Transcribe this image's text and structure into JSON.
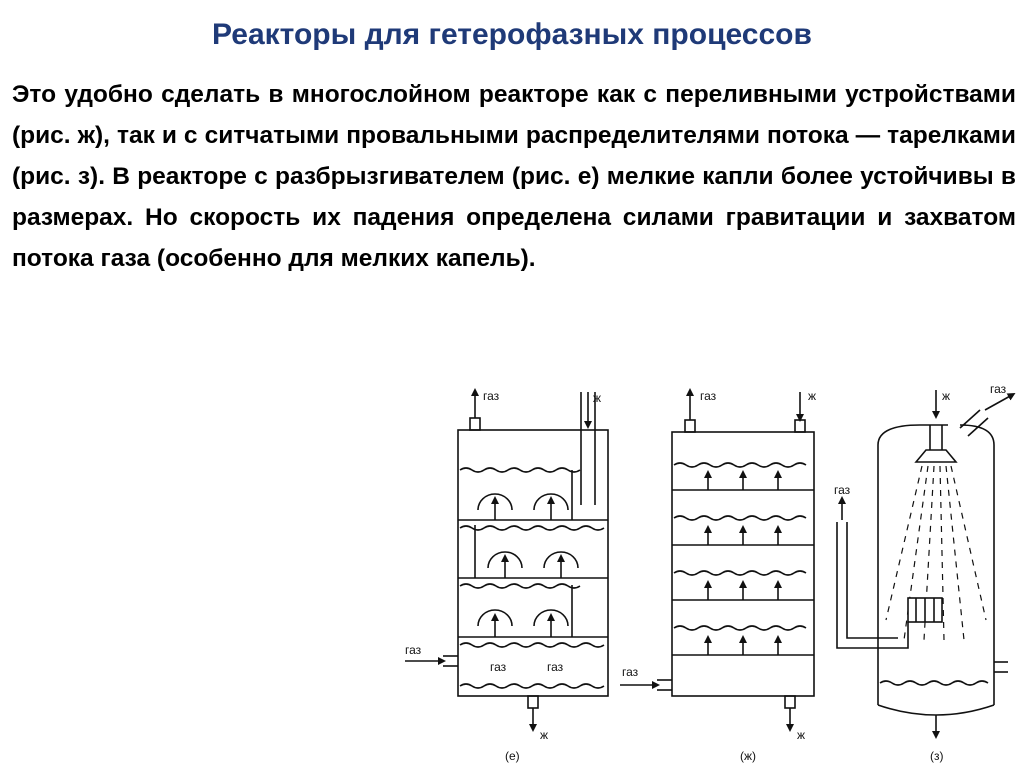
{
  "slide": {
    "title": "Реакторы для гетерофазных процессов",
    "body": "Это удобно сделать в многослойном реакторе как с переливными устройствами (рис. ж), так и с ситчатыми провальными распределителями потока — тарелками (рис. з). В реакторе с разбрызгивателем (рис. е) мелкие капли более устойчивы в размерах. Но скорость их падения определена силами гравитации и захватом потока газа (особенно для мелких капель)."
  },
  "diagram": {
    "labels": {
      "gas": "газ",
      "liquid": "ж"
    },
    "captions": [
      "(е)",
      "(ж)",
      "(з)"
    ]
  },
  "colors": {
    "title": "#1f3a78",
    "text": "#000000",
    "line": "#111111"
  }
}
